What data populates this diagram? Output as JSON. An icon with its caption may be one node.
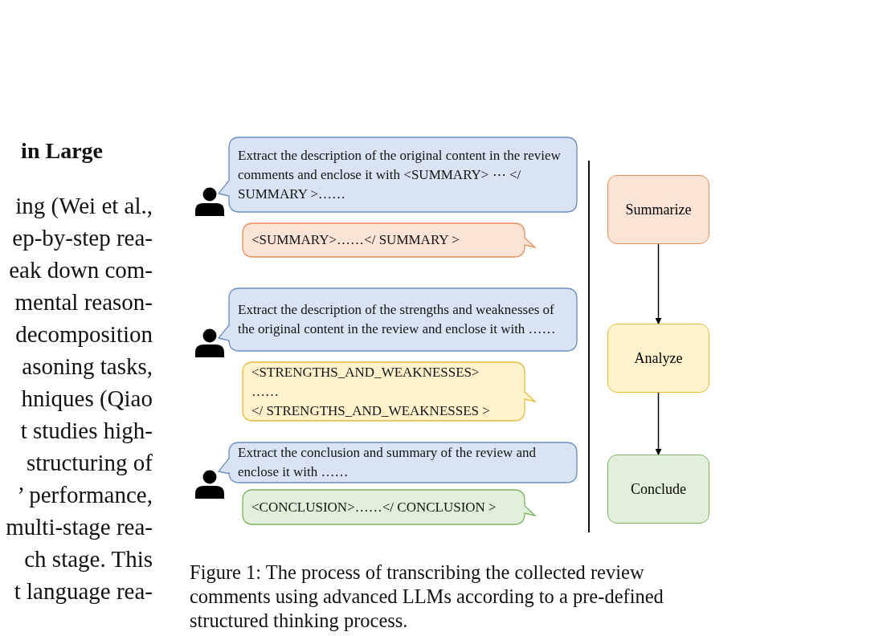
{
  "diagram": {
    "caption": "Figure 1: The process of transcribing the collected review comments using advanced LLMs according to a pre-defined structured thinking process.",
    "nodes": [
      {
        "text": [
          "Extract the description of the original content in the review comments and enclose it with <SUMMARY> ⋯ </ SUMMARY >……"
        ]
      },
      {
        "text": [
          "<SUMMARY>……</ SUMMARY >"
        ]
      },
      {
        "text": [
          "Extract the description of the strengths and weaknesses of the original content in the review and enclose it with ……"
        ]
      },
      {
        "text": [
          "<STRENGTHS_AND_WEAKNESSES>",
          "……",
          "</ STRENGTHS_AND_WEAKNESSES >"
        ]
      },
      {
        "text": [
          "Extract the conclusion and summary of the review and enclose it with ……"
        ]
      },
      {
        "text": [
          "<CONCLUSION>……</ CONCLUSION >"
        ]
      },
      {
        "text": [
          "Summarize"
        ]
      },
      {
        "text": [
          "Analyze"
        ]
      },
      {
        "text": [
          "Conclude"
        ]
      }
    ],
    "edges": [
      {
        "from": 6,
        "to": 7,
        "arrow": "to"
      },
      {
        "from": 7,
        "to": 8,
        "arrow": "to"
      }
    ],
    "labels": [
      "in Large",
      "ing (Wei et al.,",
      "ep-by-step rea-",
      "eak down com-",
      "mental reason-",
      "decomposition",
      "asoning tasks,",
      "hniques (Qiao",
      "t studies high-",
      "structuring of",
      "’ performance,",
      "multi-stage rea-",
      "ch stage. This",
      "t language rea-"
    ]
  }
}
